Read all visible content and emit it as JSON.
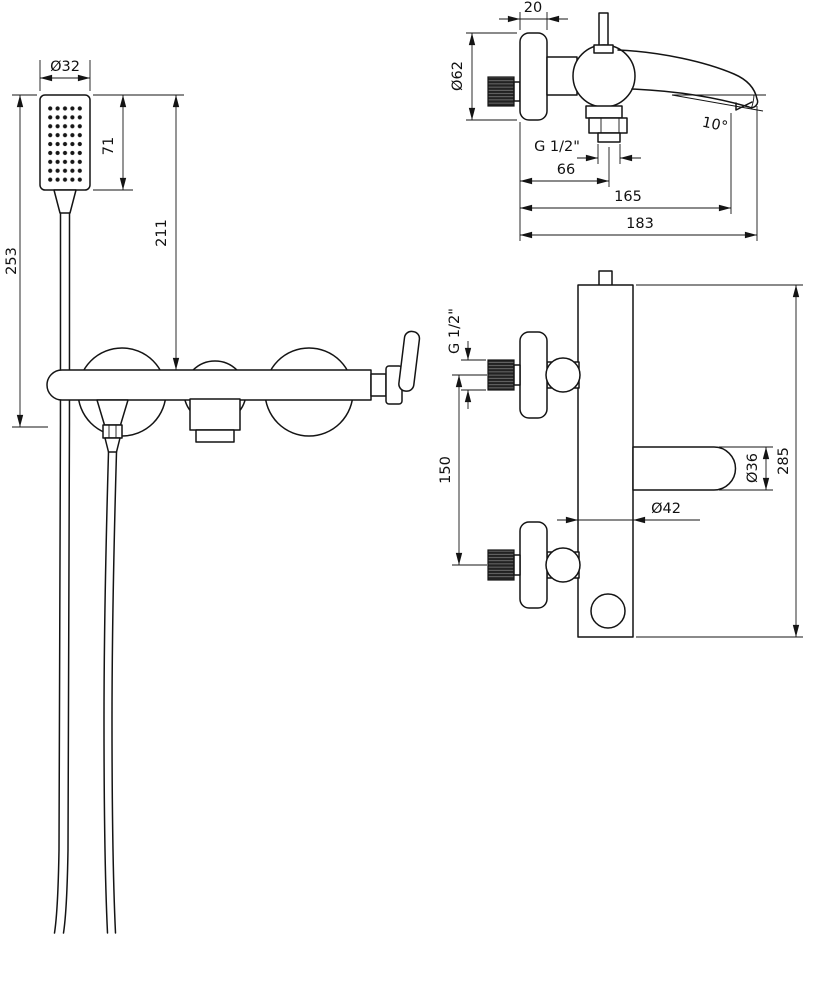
{
  "colors": {
    "background": "#ffffff",
    "line": "#141414"
  },
  "views": {
    "front": {
      "dims": {
        "shower_diameter": "Ø32",
        "shower_length": "71",
        "rail_height": "211",
        "total_height": "253"
      }
    },
    "spout": {
      "dims": {
        "flange_width": "20",
        "flange_diameter": "Ø62",
        "thread": "G 1/2\"",
        "wall_to_outlet": "66",
        "wall_to_aerator": "165",
        "total_reach": "183",
        "angle": "10°"
      }
    },
    "side": {
      "dims": {
        "thread": "G 1/2\"",
        "inlet_spacing": "150",
        "spout_diameter": "Ø36",
        "body_diameter": "Ø42",
        "total_height": "285"
      }
    }
  }
}
